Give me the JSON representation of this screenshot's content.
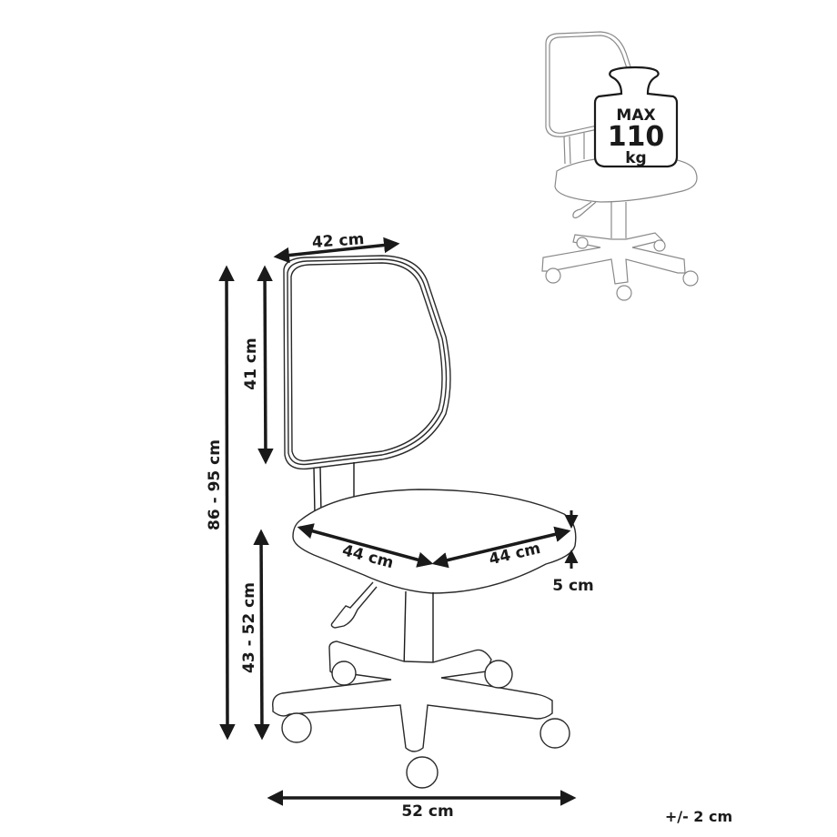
{
  "diagram": {
    "type": "product-dimension-drawing",
    "subject": "office-chair",
    "dimensions": {
      "backrest_width": "42 cm",
      "backrest_height": "41 cm",
      "total_height": "86 - 95 cm",
      "seat_height": "43 - 52 cm",
      "seat_depth": "44 cm",
      "seat_width": "44 cm",
      "seat_thickness": "5 cm",
      "base_diameter": "52 cm"
    },
    "tolerance": "+/- 2 cm",
    "max_load": {
      "line1": "MAX",
      "line2": "110",
      "line3": "kg"
    },
    "colors": {
      "line": "#1a1a1a",
      "ghost": "#8a8a8a",
      "background": "#ffffff"
    }
  }
}
